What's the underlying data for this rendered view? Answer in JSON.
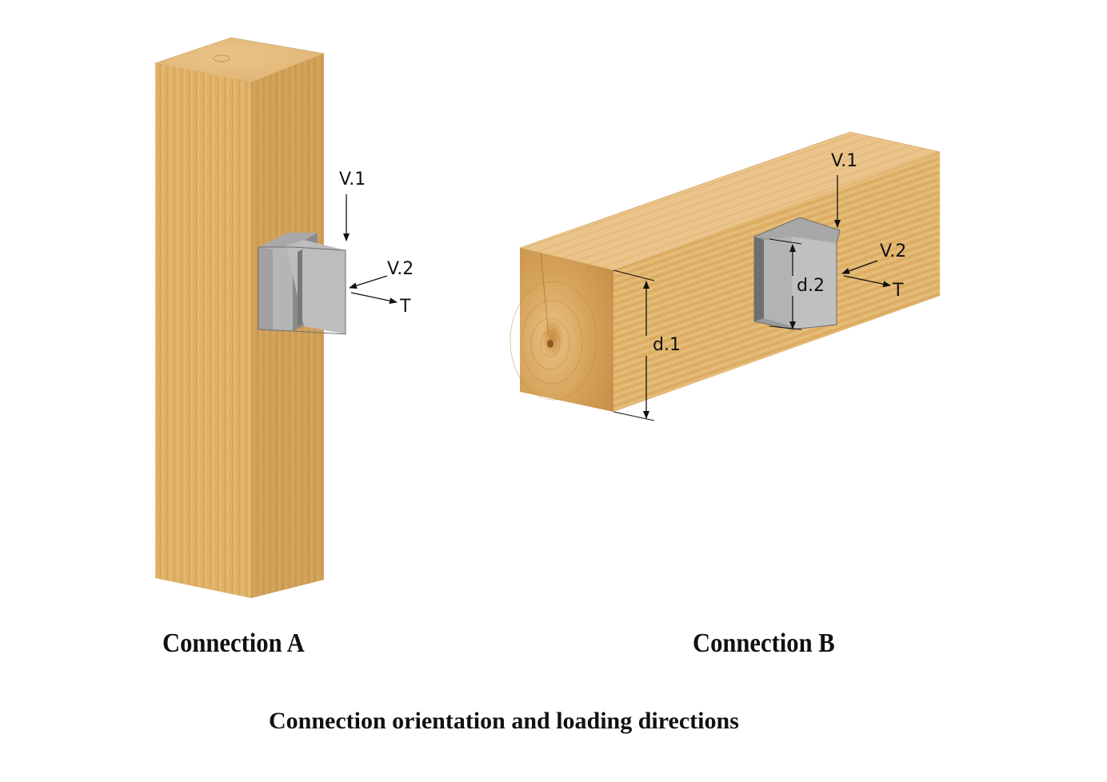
{
  "connection_a": {
    "title": "Connection A",
    "labels": {
      "v1": "V.1",
      "v2": "V.2",
      "t": "T"
    }
  },
  "connection_b": {
    "title": "Connection B",
    "labels": {
      "v1": "V.1",
      "v2": "V.2",
      "t": "T",
      "d1": "d.1",
      "d2": "d.2"
    }
  },
  "caption": "Connection orientation and loading directions",
  "colors": {
    "wood_front": "#e2b46c",
    "wood_side": "#c99447",
    "wood_top": "#edc98e",
    "steel_light": "#b9b9b9",
    "steel_dark": "#7d7d7d"
  }
}
